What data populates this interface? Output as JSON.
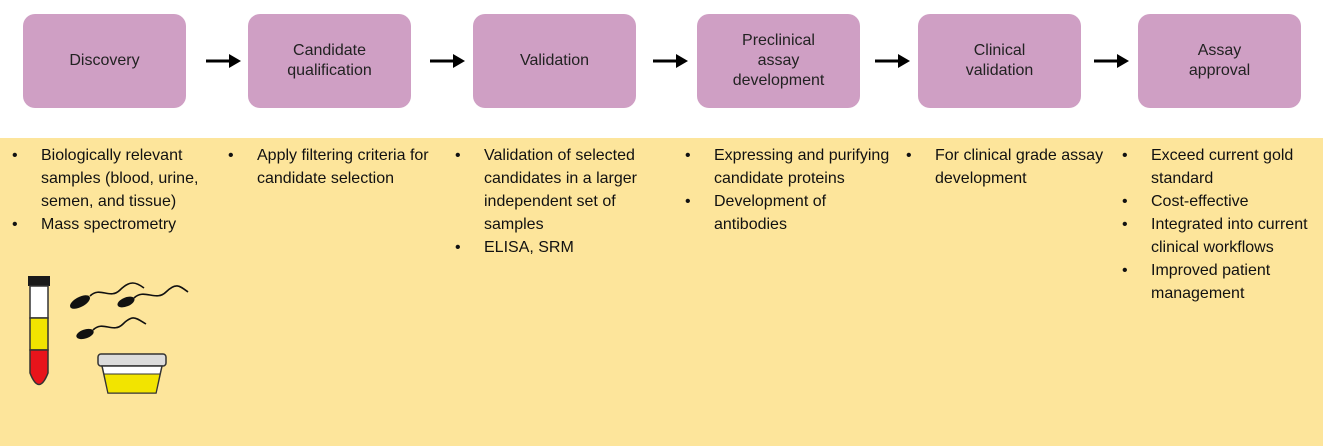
{
  "stages": [
    {
      "label": "Discovery"
    },
    {
      "label": "Candidate\nqualification"
    },
    {
      "label": "Validation"
    },
    {
      "label": "Preclinical\nassay\ndevelopment"
    },
    {
      "label": "Clinical\nvalidation"
    },
    {
      "label": "Assay\napproval"
    }
  ],
  "details": [
    {
      "bullets": [
        "Biologically relevant samples (blood, urine, semen, and tissue)",
        "Mass spectrometry"
      ]
    },
    {
      "bullets": [
        "Apply filtering criteria for candidate selection"
      ]
    },
    {
      "bullets": [
        "Validation of selected candidates in a larger independent set of samples",
        "ELISA, SRM"
      ]
    },
    {
      "bullets": [
        "Expressing and purifying candidate proteins",
        "Development of antibodies"
      ]
    },
    {
      "bullets": [
        "For clinical grade assay development"
      ]
    },
    {
      "bullets": [
        "Exceed current gold standard",
        "Cost-effective",
        "Integrated into current clinical workflows",
        "Improved patient management"
      ]
    }
  ],
  "colors": {
    "stage_fill": "#cf9fc4",
    "panel_fill": "#fde59b",
    "arrow": "#000000"
  },
  "icons": [
    "blood-tube-icon",
    "sperm-icon",
    "urine-cup-icon"
  ]
}
